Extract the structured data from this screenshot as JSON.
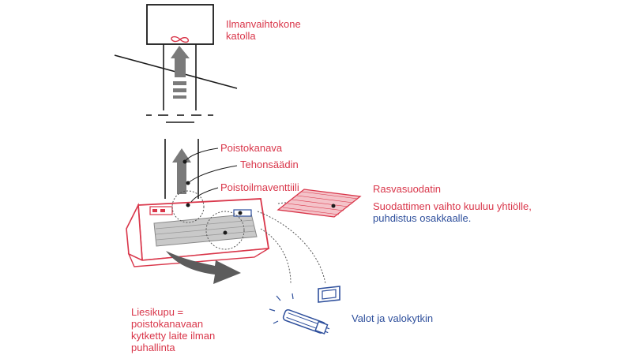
{
  "colors": {
    "accent_red": "#d9364a",
    "accent_blue": "#2e4f9c",
    "line_dark": "#1a1a1a",
    "arrow_grey": "#7a7a7a",
    "filter_fill": "#f4c3c9"
  },
  "labels": {
    "roof_unit": "Ilmanvaihtokone\nkatolla",
    "exhaust_duct": "Poistokanava",
    "power_control": "Tehonsäädin",
    "exhaust_valve": "Poistoilmaventtiili",
    "grease_filter": "Rasvasuodatin",
    "filter_note_part1": "Suodattimen vaihto kuuluu yhtiölle,",
    "filter_note_part2": "puhdistus osakkaalle.",
    "lights": "Valot ja valokytkin",
    "hood_description": "Liesikupu =\npoistokanavaan\nkytketty laite ilman\npuhallinta"
  },
  "icons": {
    "fan": "fan-icon",
    "lamp": "light-bulb-icon",
    "switch": "light-switch-icon"
  }
}
